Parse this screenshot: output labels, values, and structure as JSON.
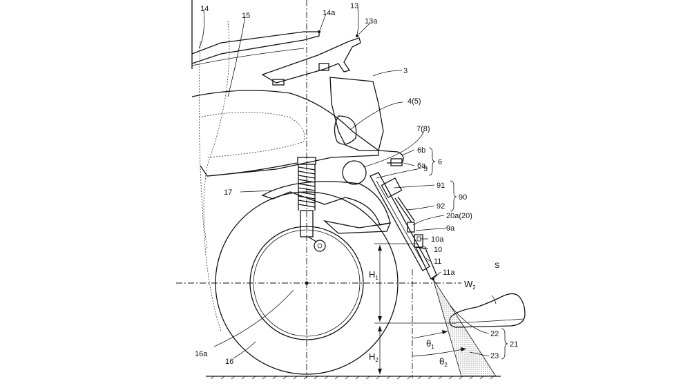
{
  "labels": {
    "l14": "14",
    "l15": "15",
    "l14a": "14a",
    "l13": "13",
    "l13a": "13a",
    "l3": "3",
    "l4_5": "4(5)",
    "l7_8": "7(8)",
    "l6b": "6b",
    "l6": "6",
    "l6a": "6a",
    "l9": "9",
    "l91": "91",
    "l90": "90",
    "l92": "92",
    "l20a_20": "20a(20)",
    "l9a": "9a",
    "l10a": "10a",
    "l10": "10",
    "l11": "11",
    "l11a": "11a",
    "lS": "S",
    "l17": "17",
    "lH1": "H",
    "lH1sub": "1",
    "lW2": "W",
    "lW2sub": "2",
    "l22": "22",
    "l21": "21",
    "l23": "23",
    "ltheta1": "θ",
    "ltheta1sub": "1",
    "ltheta2": "θ",
    "ltheta2sub": "2",
    "lH2": "H",
    "lH2sub": "2",
    "l16a": "16a",
    "l16": "16"
  },
  "colors": {
    "line": "#111111",
    "background": "#ffffff"
  }
}
